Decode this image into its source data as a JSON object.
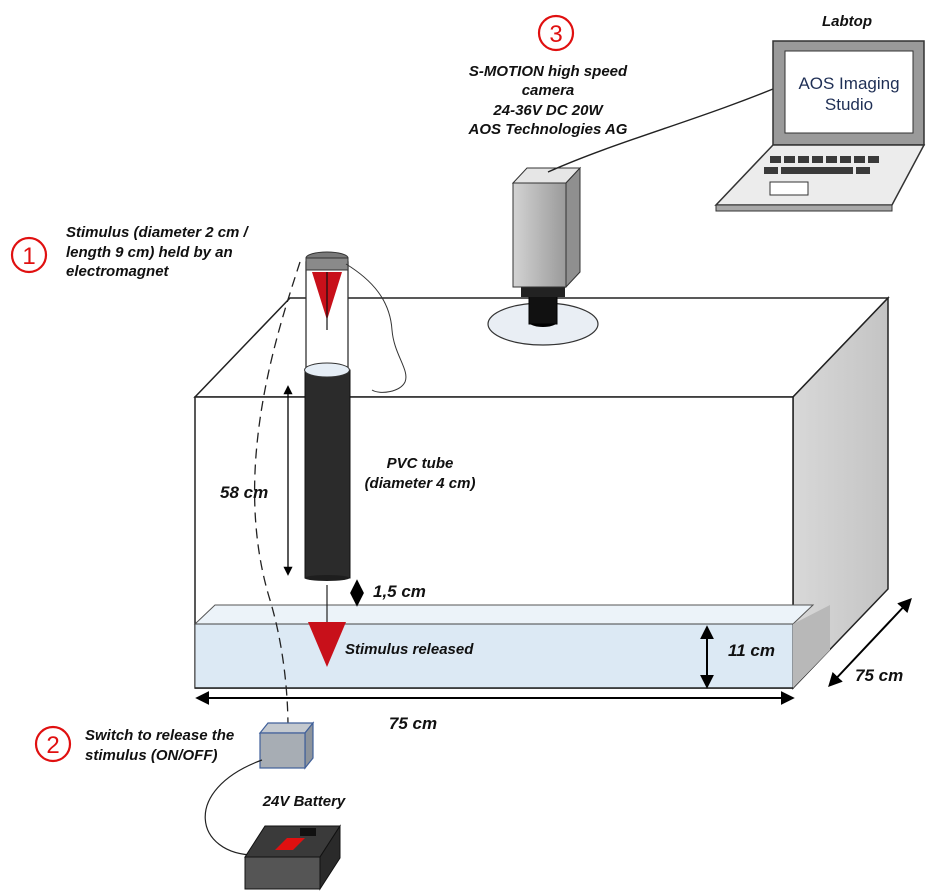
{
  "laptop": {
    "title": "Labtop",
    "screen_line1": "AOS Imaging",
    "screen_line2": "Studio"
  },
  "camera": {
    "number": "3",
    "line1": "S-MOTION high speed",
    "line2": "camera",
    "line3": "24-36V DC 20W",
    "line4": "AOS Technologies AG"
  },
  "stimulus": {
    "number": "1",
    "line1": "Stimulus (diameter 2 cm /",
    "line2": "length 9 cm) held  by an",
    "line3": "electromagnet"
  },
  "tube": {
    "line1": "PVC tube",
    "line2": "(diameter 4 cm)",
    "length": "58 cm",
    "gap": "1,5 cm"
  },
  "tank": {
    "released": "Stimulus released",
    "water_depth": "11 cm",
    "width": "75 cm",
    "depth": "75 cm"
  },
  "switch": {
    "number": "2",
    "line1": "Switch to release the",
    "line2": "stimulus (ON/OFF)"
  },
  "battery": {
    "label": "24V Battery"
  },
  "colors": {
    "accent_red": "#e01010",
    "water": "#dce9f4",
    "tube": "#2b2b2b",
    "camera": "#b5b5b5"
  }
}
